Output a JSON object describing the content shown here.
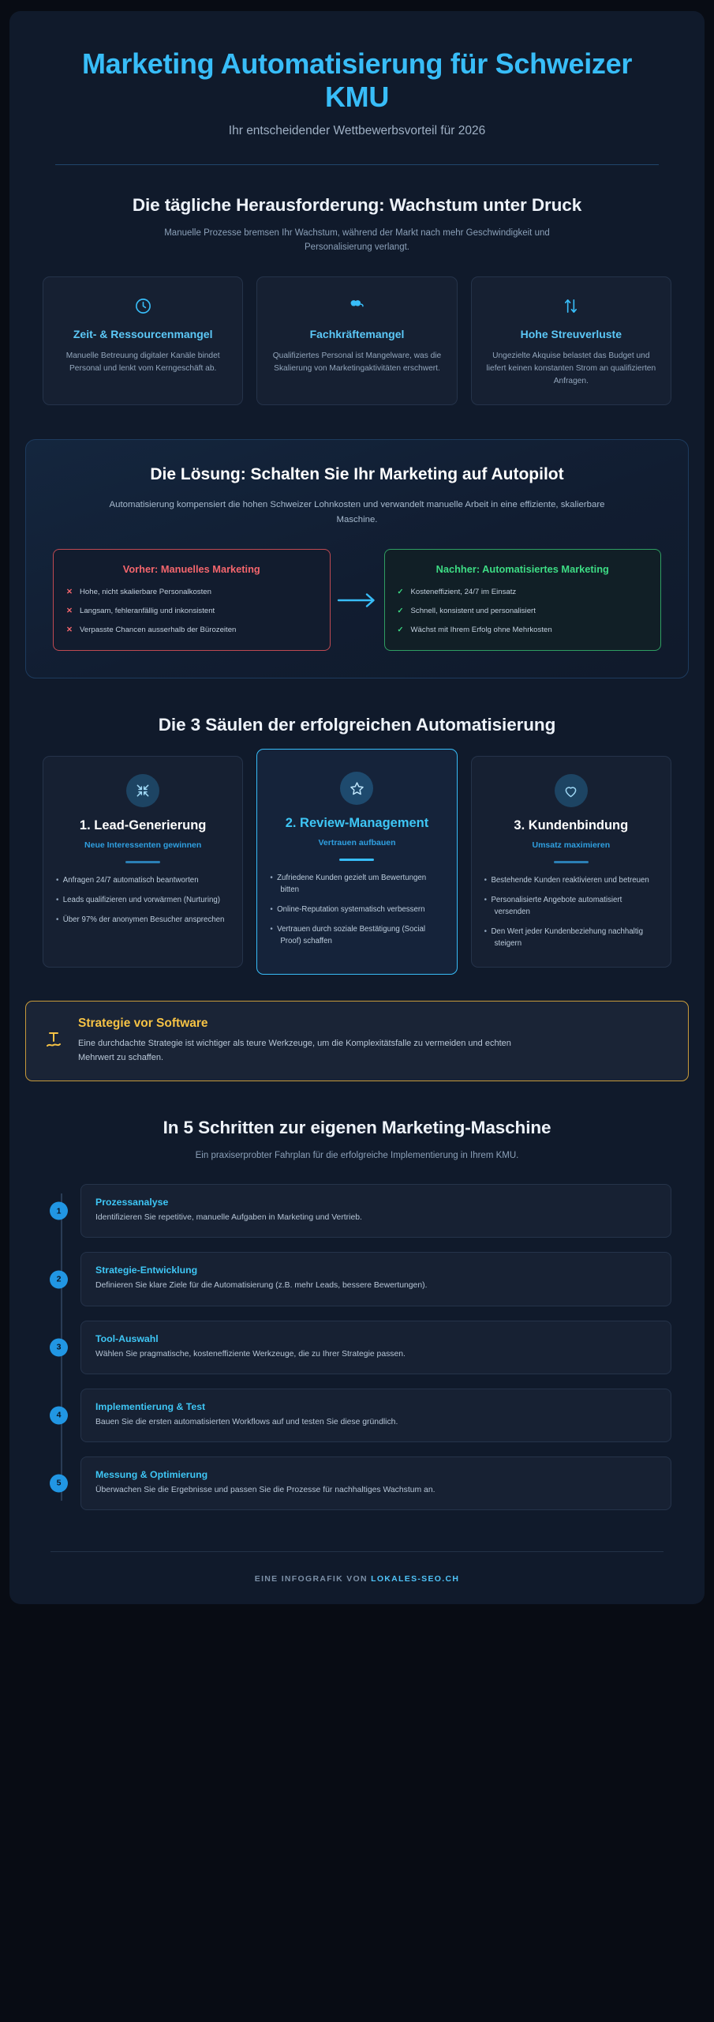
{
  "hero": {
    "title": "Marketing Automatisierung für Schweizer KMU",
    "subtitle": "Ihr entscheidender Wettbewerbsvorteil für 2026"
  },
  "challenge": {
    "heading": "Die tägliche Herausforderung: Wachstum unter Druck",
    "intro": "Manuelle Prozesse bremsen Ihr Wachstum, während der Markt nach mehr Geschwindigkeit und Personalisierung verlangt.",
    "cards": [
      {
        "icon": "clock-icon",
        "title": "Zeit- & Ressourcenmangel",
        "text": "Manuelle Betreuung digitaler Kanäle bindet Personal und lenkt vom Kerngeschäft ab."
      },
      {
        "icon": "users-icon",
        "title": "Fachkräftemangel",
        "text": "Qualifiziertes Personal ist Mangelware, was die Skalierung von Marketingaktivitäten erschwert."
      },
      {
        "icon": "arrows-up-down-icon",
        "title": "Hohe Streuverluste",
        "text": "Ungezielte Akquise belastet das Budget und liefert keinen konstanten Strom an qualifizierten Anfragen."
      }
    ]
  },
  "solution": {
    "heading": "Die Lösung: Schalten Sie Ihr Marketing auf Autopilot",
    "lead": "Automatisierung kompensiert die hohen Schweizer Lohnkosten und verwandelt manuelle Arbeit in eine effiziente, skalierbare Maschine.",
    "before": {
      "title": "Vorher: Manuelles Marketing",
      "marker": "✕",
      "items": [
        "Hohe, nicht skalierbare Personalkosten",
        "Langsam, fehleranfällig und inkonsistent",
        "Verpasste Chancen ausserhalb der Bürozeiten"
      ]
    },
    "after": {
      "title": "Nachher: Automatisiertes Marketing",
      "marker": "✓",
      "items": [
        "Kosteneffizient, 24/7 im Einsatz",
        "Schnell, konsistent und personalisiert",
        "Wächst mit Ihrem Erfolg ohne Mehrkosten"
      ]
    },
    "arrow_icon": "arrow-right-icon"
  },
  "pillars": {
    "heading": "Die 3 Säulen der erfolgreichen Automatisierung",
    "items": [
      {
        "icon": "magnet-arrows-icon",
        "title": "1. Lead-Generierung",
        "tagline": "Neue Interessenten gewinnen",
        "bullets": [
          "Anfragen 24/7 automatisch beantworten",
          "Leads qualifizieren und vorwärmen (Nurturing)",
          "Über 97% der anonymen Besucher ansprechen"
        ]
      },
      {
        "icon": "star-icon",
        "title": "2. Review-Management",
        "tagline": "Vertrauen aufbauen",
        "bullets": [
          "Zufriedene Kunden gezielt um Bewertungen bitten",
          "Online-Reputation systematisch verbessern",
          "Vertrauen durch soziale Bestätigung (Social Proof) schaffen"
        ]
      },
      {
        "icon": "heart-icon",
        "title": "3. Kundenbindung",
        "tagline": "Umsatz maximieren",
        "bullets": [
          "Bestehende Kunden reaktivieren und betreuen",
          "Personalisierte Angebote automatisiert versenden",
          "Den Wert jeder Kundenbeziehung nachhaltig steigern"
        ]
      }
    ]
  },
  "callout": {
    "icon": "lightbulb-icon",
    "title": "Strategie vor Software",
    "text": "Eine durchdachte Strategie ist wichtiger als teure Werkzeuge, um die Komplexitätsfalle zu vermeiden und echten Mehrwert zu schaffen."
  },
  "steps": {
    "heading": "In 5 Schritten zur eigenen Marketing-Maschine",
    "intro": "Ein praxiserprobter Fahrplan für die erfolgreiche Implementierung in Ihrem KMU.",
    "items": [
      {
        "num": "1",
        "title": "Prozessanalyse",
        "text": "Identifizieren Sie repetitive, manuelle Aufgaben in Marketing und Vertrieb."
      },
      {
        "num": "2",
        "title": "Strategie-Entwicklung",
        "text": "Definieren Sie klare Ziele für die Automatisierung (z.B. mehr Leads, bessere Bewertungen)."
      },
      {
        "num": "3",
        "title": "Tool-Auswahl",
        "text": "Wählen Sie pragmatische, kosteneffiziente Werkzeuge, die zu Ihrer Strategie passen."
      },
      {
        "num": "4",
        "title": "Implementierung & Test",
        "text": "Bauen Sie die ersten automatisierten Workflows auf und testen Sie diese gründlich."
      },
      {
        "num": "5",
        "title": "Messung & Optimierung",
        "text": "Überwachen Sie die Ergebnisse und passen Sie die Prozesse für nachhaltiges Wachstum an."
      }
    ]
  },
  "footer": {
    "prefix": "EINE INFOGRAFIK VON ",
    "brand": "LOKALES-SEO.CH"
  },
  "colors": {
    "accent_blue": "#38bdf8",
    "danger_red": "#f4666d",
    "success_green": "#3ddc84",
    "warning_yellow": "#f5c245",
    "page_bg": "#080c14",
    "sheet_bg": "#101a2b"
  }
}
